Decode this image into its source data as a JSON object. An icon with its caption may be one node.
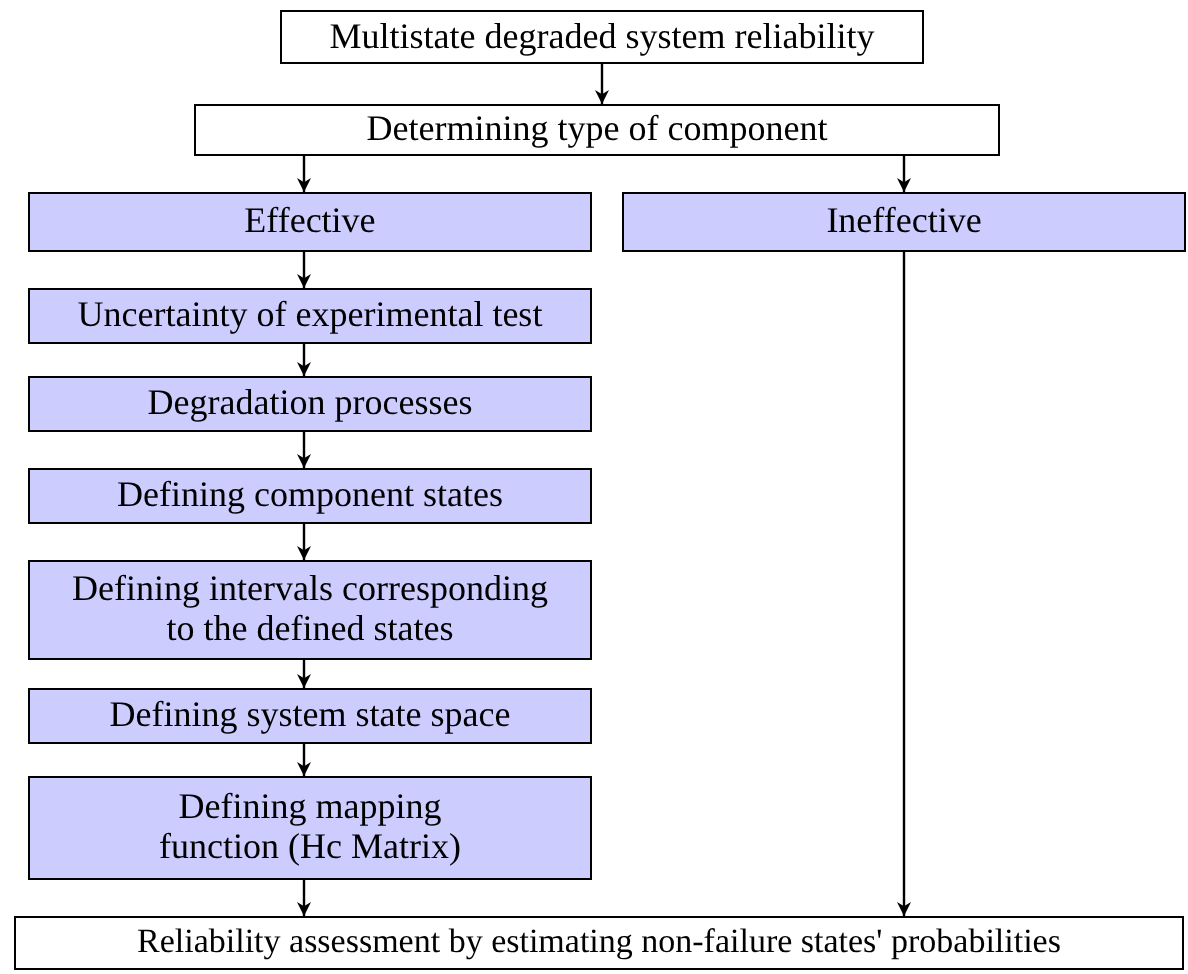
{
  "diagram": {
    "nodes": [
      {
        "text": [
          "Multistate degraded system reliability"
        ]
      },
      {
        "text": [
          "Determining type of component"
        ]
      },
      {
        "text": [
          "Effective"
        ]
      },
      {
        "text": [
          "Ineffective"
        ]
      },
      {
        "text": [
          "Uncertainty of experimental test"
        ]
      },
      {
        "text": [
          "Degradation processes"
        ]
      },
      {
        "text": [
          "Defining component states"
        ]
      },
      {
        "text": [
          "Defining intervals corresponding to the defined states"
        ]
      },
      {
        "text": [
          "Defining system state space"
        ]
      },
      {
        "text": [
          "Defining mapping function (Hc Matrix)"
        ]
      },
      {
        "text": [
          "Reliability assessment by estimating non-failure states' probabilities"
        ]
      }
    ],
    "edges": [
      {
        "from": 0,
        "to": 1,
        "arrow": "to"
      },
      {
        "from": 1,
        "to": 2,
        "arrow": "to"
      },
      {
        "from": 1,
        "to": 3,
        "arrow": "to"
      },
      {
        "from": 2,
        "to": 4,
        "arrow": "to"
      },
      {
        "from": 4,
        "to": 5,
        "arrow": "to"
      },
      {
        "from": 5,
        "to": 6,
        "arrow": "to"
      },
      {
        "from": 6,
        "to": 7,
        "arrow": "to"
      },
      {
        "from": 7,
        "to": 8,
        "arrow": "to"
      },
      {
        "from": 8,
        "to": 9,
        "arrow": "to"
      },
      {
        "from": 9,
        "to": 10,
        "arrow": "to"
      },
      {
        "from": 3,
        "to": 10,
        "arrow": "to"
      }
    ]
  }
}
